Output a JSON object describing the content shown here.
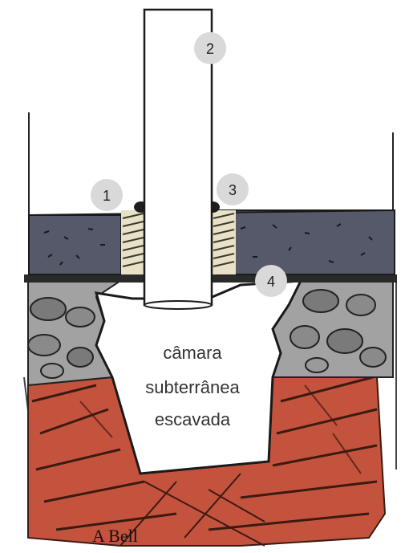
{
  "callouts": {
    "c1": "1",
    "c2": "2",
    "c3": "3",
    "c4": "4"
  },
  "chamber_label": {
    "line1": "câmara",
    "line2": "subterrânea",
    "line3": "escavada"
  },
  "signature": "A Bell",
  "colors": {
    "slab": "#55596a",
    "gravel": "#9c9c9c",
    "brick": "#c4533d",
    "callout_bg": "#d9d9d9",
    "ink": "#1a1a1a"
  }
}
